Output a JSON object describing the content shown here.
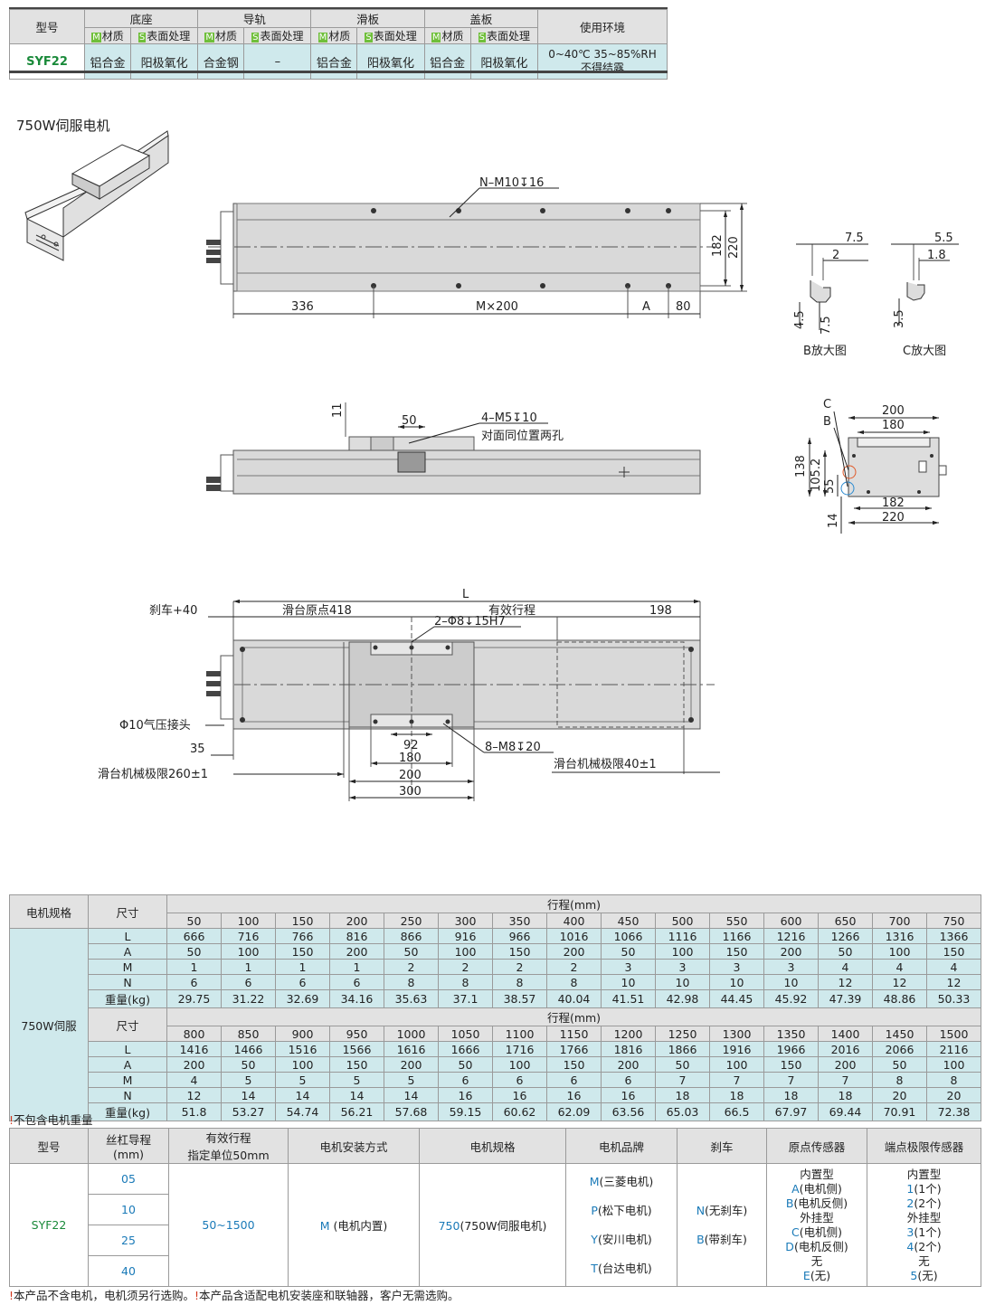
{
  "spec_table": {
    "header": {
      "model": "型号",
      "base": "底座",
      "rail": "导轨",
      "slider": "滑板",
      "cover": "盖板",
      "env": "使用环境",
      "m_tag": "M",
      "s_tag": "S",
      "material": "材质",
      "surface": "表面处理"
    },
    "row": {
      "model": "SYF22",
      "base_material": "铝合金",
      "base_surface": "阳极氧化",
      "rail_material": "合金钢",
      "rail_surface": "–",
      "slider_material": "铝合金",
      "slider_surface": "阳极氧化",
      "cover_material": "铝合金",
      "cover_surface": "阳极氧化",
      "env_line1": "0~40℃ 35~85%RH",
      "env_line2": "不得结露"
    }
  },
  "section_title": "750W伺服电机",
  "drawing_labels": {
    "top_view": {
      "holes": "N–M10",
      "holes_depth": "16",
      "dim_182": "182",
      "dim_220": "220",
      "dim_336": "336",
      "dim_mx200": "M×200",
      "dim_a": "A",
      "dim_80": "80"
    },
    "detail_b": {
      "d75": "7.5",
      "d2": "2",
      "d45": "4.5",
      "d75v": "7.5",
      "label": "B放大图"
    },
    "detail_c": {
      "d55": "5.5",
      "d18": "1.8",
      "d35": "3.5",
      "label": "C放大图"
    },
    "side_view": {
      "d11": "11",
      "d50": "50",
      "holes": "4–M5",
      "holes_depth": "10",
      "note": "对面同位置两孔"
    },
    "end_view": {
      "c": "C",
      "b": "B",
      "d200": "200",
      "d180": "180",
      "d138": "138",
      "d1052": "105.2",
      "d55": "55",
      "d182": "182",
      "d220": "220",
      "d14": "14"
    },
    "bottom_view": {
      "l": "L",
      "brake": "刹车+40",
      "origin": "滑台原点418",
      "stroke": "有效行程",
      "d198": "198",
      "pin_holes": "2–Φ8",
      "pin_depth": "15H7",
      "air": "Φ10气压接头",
      "d35": "35",
      "mech_limit_left": "滑台机械极限260±1",
      "d92": "92",
      "d180": "180",
      "d200": "200",
      "d300": "300",
      "holes_m8": "8–M8",
      "holes_m8_depth": "20",
      "mech_limit_right": "滑台机械极限40±1"
    }
  },
  "dim_table": {
    "col_motor": "电机规格",
    "col_size": "尺寸",
    "stroke_header": "行程(mm)",
    "motor": "750W伺服",
    "row_labels": [
      "L",
      "A",
      "M",
      "N",
      "重量(kg)"
    ],
    "block1": {
      "strokes": [
        "50",
        "100",
        "150",
        "200",
        "250",
        "300",
        "350",
        "400",
        "450",
        "500",
        "550",
        "600",
        "650",
        "700",
        "750"
      ],
      "L": [
        "666",
        "716",
        "766",
        "816",
        "866",
        "916",
        "966",
        "1016",
        "1066",
        "1116",
        "1166",
        "1216",
        "1266",
        "1316",
        "1366"
      ],
      "A": [
        "50",
        "100",
        "150",
        "200",
        "50",
        "100",
        "150",
        "200",
        "50",
        "100",
        "150",
        "200",
        "50",
        "100",
        "150"
      ],
      "M": [
        "1",
        "1",
        "1",
        "1",
        "2",
        "2",
        "2",
        "2",
        "3",
        "3",
        "3",
        "3",
        "4",
        "4",
        "4"
      ],
      "N": [
        "6",
        "6",
        "6",
        "6",
        "8",
        "8",
        "8",
        "8",
        "10",
        "10",
        "10",
        "10",
        "12",
        "12",
        "12"
      ],
      "W": [
        "29.75",
        "31.22",
        "32.69",
        "34.16",
        "35.63",
        "37.1",
        "38.57",
        "40.04",
        "41.51",
        "42.98",
        "44.45",
        "45.92",
        "47.39",
        "48.86",
        "50.33"
      ]
    },
    "block2": {
      "strokes": [
        "800",
        "850",
        "900",
        "950",
        "1000",
        "1050",
        "1100",
        "1150",
        "1200",
        "1250",
        "1300",
        "1350",
        "1400",
        "1450",
        "1500"
      ],
      "L": [
        "1416",
        "1466",
        "1516",
        "1566",
        "1616",
        "1666",
        "1716",
        "1766",
        "1816",
        "1866",
        "1916",
        "1966",
        "2016",
        "2066",
        "2116"
      ],
      "A": [
        "200",
        "50",
        "100",
        "150",
        "200",
        "50",
        "100",
        "150",
        "200",
        "50",
        "100",
        "150",
        "200",
        "50",
        "100"
      ],
      "M": [
        "4",
        "5",
        "5",
        "5",
        "5",
        "6",
        "6",
        "6",
        "6",
        "7",
        "7",
        "7",
        "7",
        "8",
        "8"
      ],
      "N": [
        "12",
        "14",
        "14",
        "14",
        "14",
        "16",
        "16",
        "16",
        "16",
        "18",
        "18",
        "18",
        "18",
        "20",
        "20"
      ],
      "W": [
        "51.8",
        "53.27",
        "54.74",
        "56.21",
        "57.68",
        "59.15",
        "60.62",
        "62.09",
        "63.56",
        "65.03",
        "66.5",
        "67.97",
        "69.44",
        "70.91",
        "72.38"
      ]
    },
    "note_mark": "!",
    "note": "不包含电机重量"
  },
  "order_table": {
    "headers": {
      "model": "型号",
      "lead_1": "丝杠导程",
      "lead_2": "(mm)",
      "stroke_1": "有效行程",
      "stroke_2": "指定单位50mm",
      "mount": "电机安装方式",
      "motor": "电机规格",
      "brand": "电机品牌",
      "brake": "刹车",
      "origin": "原点传感器",
      "limit": "端点极限传感器"
    },
    "model": "SYF22",
    "leads": [
      "05",
      "10",
      "25",
      "40"
    ],
    "stroke_range": "50~1500",
    "mount_code": "M",
    "mount_text": "(电机内置)",
    "motor_code": "750",
    "motor_text": "(750W伺服电机)",
    "brands": [
      {
        "code": "M",
        "text": "(三菱电机)"
      },
      {
        "code": "P",
        "text": "(松下电机)"
      },
      {
        "code": "Y",
        "text": "(安川电机)"
      },
      {
        "code": "T",
        "text": "(台达电机)"
      }
    ],
    "brakes": [
      {
        "code": "N",
        "text": "(无刹车)"
      },
      {
        "code": "B",
        "text": "(带刹车)"
      }
    ],
    "origin": {
      "inner": "内置型",
      "a_code": "A",
      "a_text": "(电机侧)",
      "b_code": "B",
      "b_text": "(电机反侧)",
      "outer": "外挂型",
      "c_code": "C",
      "c_text": "(电机侧)",
      "d_code": "D",
      "d_text": "(电机反侧)",
      "none": "无",
      "e_code": "E",
      "e_text": "(无)"
    },
    "limit": {
      "inner": "内置型",
      "c1": "1",
      "t1": "(1个)",
      "c2": "2",
      "t2": "(2个)",
      "outer": "外挂型",
      "c3": "3",
      "t3": "(1个)",
      "c4": "4",
      "t4": "(2个)",
      "none": "无",
      "c5": "5",
      "t5": "(无)"
    },
    "footnote_1": "本产品不含电机，电机须另行选购。",
    "footnote_2": "本产品含适配电机安装座和联轴器，客户无需选购。"
  }
}
